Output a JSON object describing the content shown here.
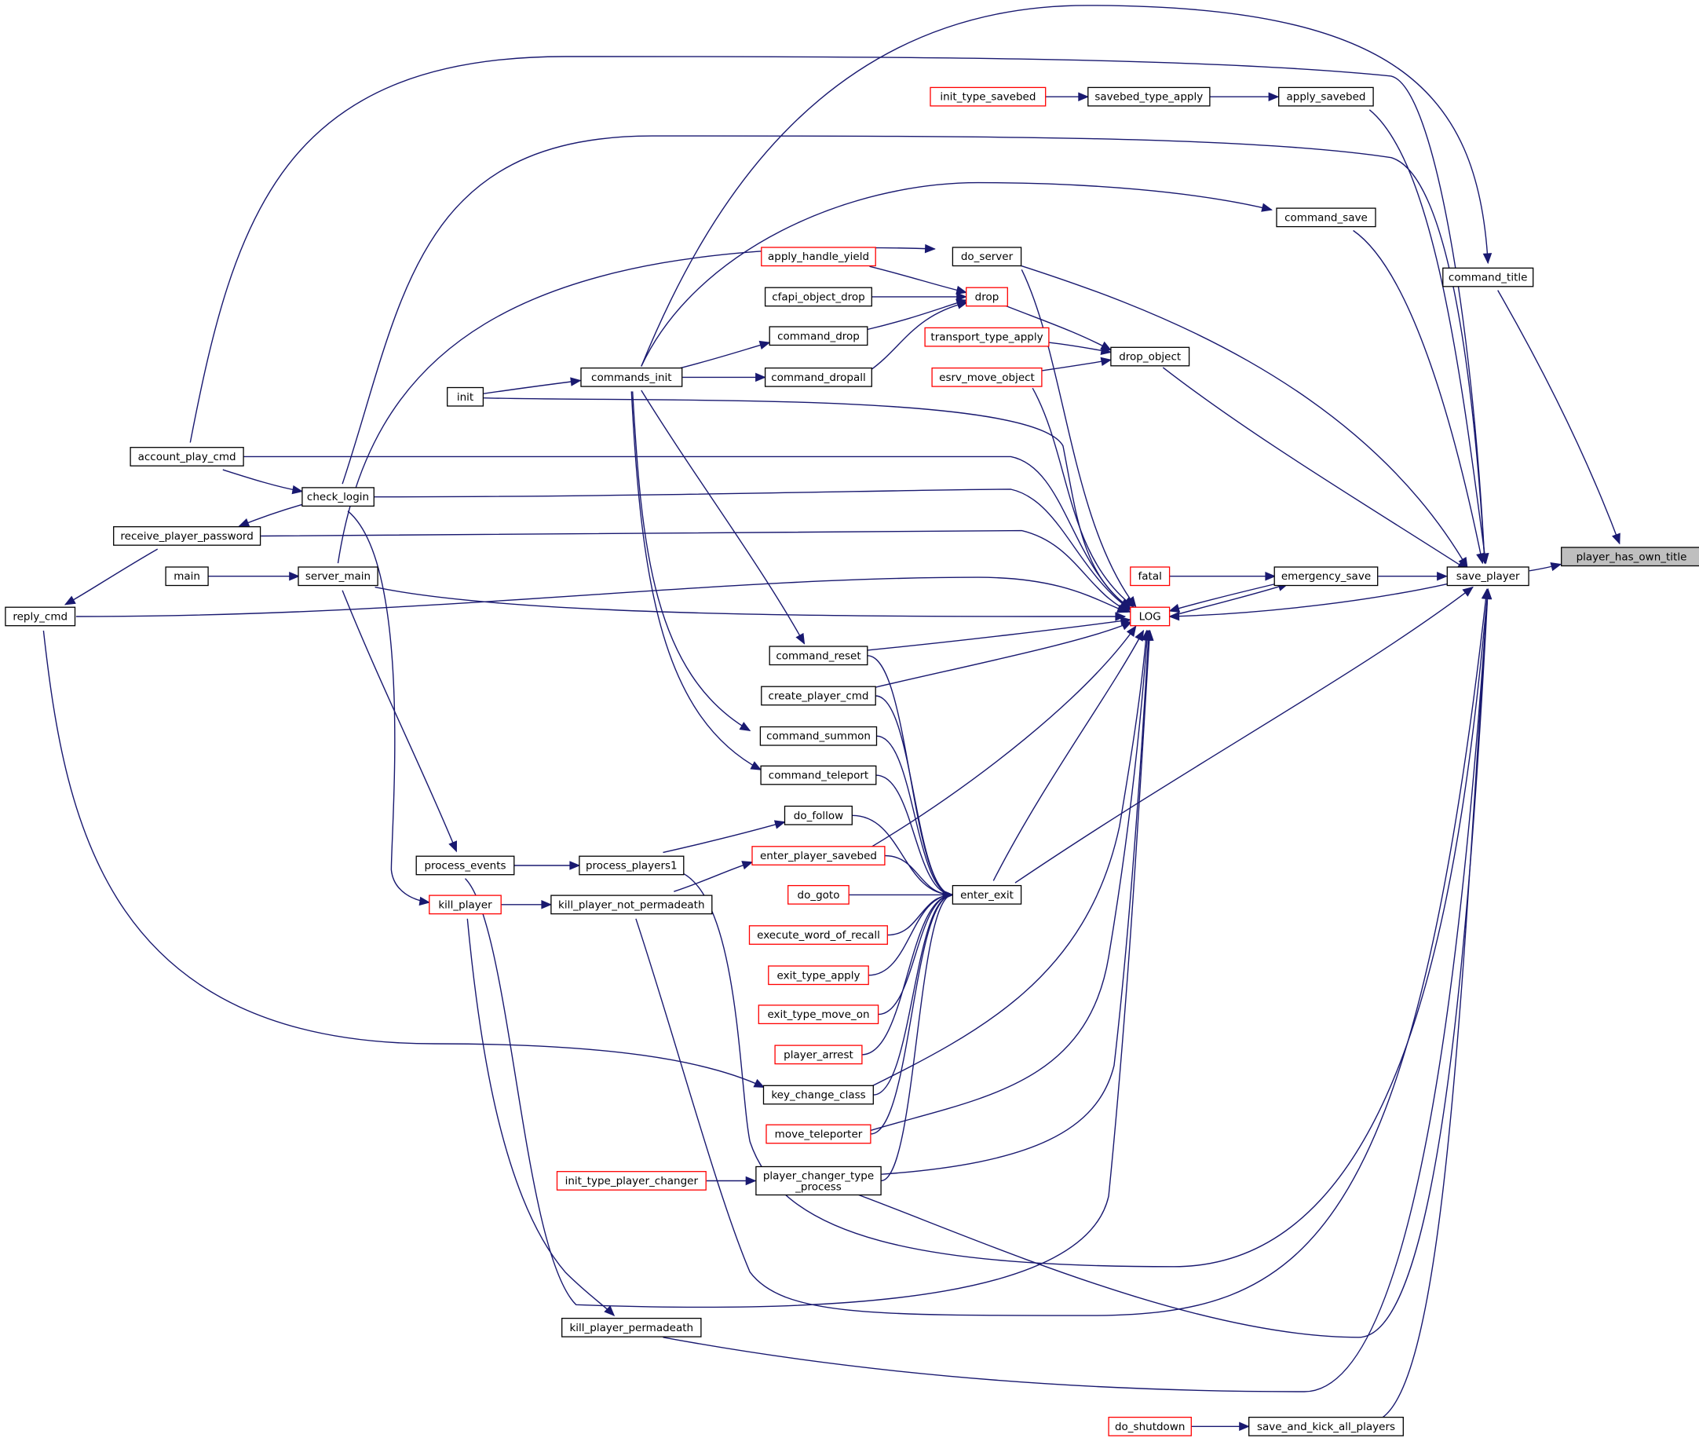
{
  "colors": {
    "edge": "#191970",
    "node_border_normal": "#000000",
    "node_border_red": "#ff0000",
    "node_focus_fill": "#bfbfbf",
    "node_fill": "#ffffff"
  },
  "nodes": [
    {
      "id": "player_has_own_title",
      "label": "player_has_own_title",
      "style": "focus"
    },
    {
      "id": "save_player",
      "label": "save_player",
      "style": "normal"
    },
    {
      "id": "command_title",
      "label": "command_title",
      "style": "normal"
    },
    {
      "id": "apply_savebed",
      "label": "apply_savebed",
      "style": "normal"
    },
    {
      "id": "savebed_type_apply",
      "label": "savebed_type_apply",
      "style": "normal"
    },
    {
      "id": "init_type_savebed",
      "label": "init_type_savebed",
      "style": "red"
    },
    {
      "id": "command_save",
      "label": "command_save",
      "style": "normal"
    },
    {
      "id": "do_server",
      "label": "do_server",
      "style": "normal"
    },
    {
      "id": "apply_handle_yield",
      "label": "apply_handle_yield",
      "style": "red"
    },
    {
      "id": "drop",
      "label": "drop",
      "style": "red"
    },
    {
      "id": "cfapi_object_drop",
      "label": "cfapi_object_drop",
      "style": "normal"
    },
    {
      "id": "command_drop",
      "label": "command_drop",
      "style": "normal"
    },
    {
      "id": "transport_type_apply",
      "label": "transport_type_apply",
      "style": "red"
    },
    {
      "id": "drop_object",
      "label": "drop_object",
      "style": "normal"
    },
    {
      "id": "esrv_move_object",
      "label": "esrv_move_object",
      "style": "red"
    },
    {
      "id": "commands_init",
      "label": "commands_init",
      "style": "normal"
    },
    {
      "id": "command_dropall",
      "label": "command_dropall",
      "style": "normal"
    },
    {
      "id": "init",
      "label": "init",
      "style": "normal"
    },
    {
      "id": "account_play_cmd",
      "label": "account_play_cmd",
      "style": "normal"
    },
    {
      "id": "check_login",
      "label": "check_login",
      "style": "normal"
    },
    {
      "id": "receive_player_password",
      "label": "receive_player_password",
      "style": "normal"
    },
    {
      "id": "main",
      "label": "main",
      "style": "normal"
    },
    {
      "id": "server_main",
      "label": "server_main",
      "style": "normal"
    },
    {
      "id": "reply_cmd",
      "label": "reply_cmd",
      "style": "normal"
    },
    {
      "id": "fatal",
      "label": "fatal",
      "style": "red"
    },
    {
      "id": "emergency_save",
      "label": "emergency_save",
      "style": "normal"
    },
    {
      "id": "LOG",
      "label": "LOG",
      "style": "red"
    },
    {
      "id": "command_reset",
      "label": "command_reset",
      "style": "normal"
    },
    {
      "id": "create_player_cmd",
      "label": "create_player_cmd",
      "style": "normal"
    },
    {
      "id": "command_summon",
      "label": "command_summon",
      "style": "normal"
    },
    {
      "id": "command_teleport",
      "label": "command_teleport",
      "style": "normal"
    },
    {
      "id": "do_follow",
      "label": "do_follow",
      "style": "normal"
    },
    {
      "id": "enter_player_savebed",
      "label": "enter_player_savebed",
      "style": "red"
    },
    {
      "id": "process_events",
      "label": "process_events",
      "style": "normal"
    },
    {
      "id": "process_players1",
      "label": "process_players1",
      "style": "normal"
    },
    {
      "id": "enter_exit",
      "label": "enter_exit",
      "style": "normal"
    },
    {
      "id": "do_goto",
      "label": "do_goto",
      "style": "red"
    },
    {
      "id": "kill_player",
      "label": "kill_player",
      "style": "red"
    },
    {
      "id": "kill_player_not_permadeath",
      "label": "kill_player_not_permadeath",
      "style": "normal"
    },
    {
      "id": "execute_word_of_recall",
      "label": "execute_word_of_recall",
      "style": "red"
    },
    {
      "id": "exit_type_apply",
      "label": "exit_type_apply",
      "style": "red"
    },
    {
      "id": "exit_type_move_on",
      "label": "exit_type_move_on",
      "style": "red"
    },
    {
      "id": "player_arrest",
      "label": "player_arrest",
      "style": "red"
    },
    {
      "id": "key_change_class",
      "label": "key_change_class",
      "style": "normal"
    },
    {
      "id": "move_teleporter",
      "label": "move_teleporter",
      "style": "red"
    },
    {
      "id": "init_type_player_changer",
      "label": "init_type_player_changer",
      "style": "red"
    },
    {
      "id": "player_changer_type_process",
      "label": "player_changer_type\n_process",
      "style": "normal"
    },
    {
      "id": "kill_player_permadeath",
      "label": "kill_player_permadeath",
      "style": "normal"
    },
    {
      "id": "do_shutdown",
      "label": "do_shutdown",
      "style": "red"
    },
    {
      "id": "save_and_kick_all_players",
      "label": "save_and_kick_all_players",
      "style": "normal"
    }
  ],
  "edges": [
    {
      "from": "save_player",
      "to": "player_has_own_title"
    },
    {
      "from": "command_title",
      "to": "player_has_own_title"
    },
    {
      "from": "apply_savebed",
      "to": "save_player"
    },
    {
      "from": "savebed_type_apply",
      "to": "apply_savebed"
    },
    {
      "from": "init_type_savebed",
      "to": "savebed_type_apply"
    },
    {
      "from": "command_save",
      "to": "save_player"
    },
    {
      "from": "commands_init",
      "to": "command_save"
    },
    {
      "from": "commands_init",
      "to": "command_title"
    },
    {
      "from": "do_server",
      "to": "save_player"
    },
    {
      "from": "server_main",
      "to": "do_server"
    },
    {
      "from": "drop",
      "to": "drop_object"
    },
    {
      "from": "apply_handle_yield",
      "to": "drop"
    },
    {
      "from": "cfapi_object_drop",
      "to": "drop"
    },
    {
      "from": "command_drop",
      "to": "drop"
    },
    {
      "from": "command_dropall",
      "to": "drop"
    },
    {
      "from": "transport_type_apply",
      "to": "drop_object"
    },
    {
      "from": "esrv_move_object",
      "to": "drop_object"
    },
    {
      "from": "drop_object",
      "to": "save_player"
    },
    {
      "from": "commands_init",
      "to": "command_drop"
    },
    {
      "from": "commands_init",
      "to": "command_dropall"
    },
    {
      "from": "init",
      "to": "commands_init"
    },
    {
      "from": "account_play_cmd",
      "to": "check_login"
    },
    {
      "from": "account_play_cmd",
      "to": "save_player"
    },
    {
      "from": "check_login",
      "to": "receive_player_password"
    },
    {
      "from": "check_login",
      "to": "save_player"
    },
    {
      "from": "receive_player_password",
      "to": "reply_cmd"
    },
    {
      "from": "main",
      "to": "server_main"
    },
    {
      "from": "fatal",
      "to": "emergency_save"
    },
    {
      "from": "emergency_save",
      "to": "save_player"
    },
    {
      "from": "emergency_save",
      "to": "LOG"
    },
    {
      "from": "save_player",
      "to": "LOG"
    },
    {
      "from": "LOG",
      "to": "emergency_save"
    },
    {
      "from": "init",
      "to": "LOG"
    },
    {
      "from": "account_play_cmd",
      "to": "LOG"
    },
    {
      "from": "check_login",
      "to": "LOG"
    },
    {
      "from": "receive_player_password",
      "to": "LOG"
    },
    {
      "from": "reply_cmd",
      "to": "LOG"
    },
    {
      "from": "server_main",
      "to": "LOG"
    },
    {
      "from": "do_server",
      "to": "LOG"
    },
    {
      "from": "esrv_move_object",
      "to": "LOG"
    },
    {
      "from": "command_reset",
      "to": "LOG"
    },
    {
      "from": "create_player_cmd",
      "to": "LOG"
    },
    {
      "from": "enter_player_savebed",
      "to": "LOG"
    },
    {
      "from": "enter_exit",
      "to": "LOG"
    },
    {
      "from": "key_change_class",
      "to": "LOG"
    },
    {
      "from": "move_teleporter",
      "to": "LOG"
    },
    {
      "from": "player_changer_type_process",
      "to": "LOG"
    },
    {
      "from": "process_events",
      "to": "LOG"
    },
    {
      "from": "commands_init",
      "to": "command_reset"
    },
    {
      "from": "commands_init",
      "to": "command_summon"
    },
    {
      "from": "commands_init",
      "to": "command_teleport"
    },
    {
      "from": "command_reset",
      "to": "enter_exit"
    },
    {
      "from": "create_player_cmd",
      "to": "enter_exit"
    },
    {
      "from": "command_summon",
      "to": "enter_exit"
    },
    {
      "from": "command_teleport",
      "to": "enter_exit"
    },
    {
      "from": "do_follow",
      "to": "enter_exit"
    },
    {
      "from": "enter_player_savebed",
      "to": "enter_exit"
    },
    {
      "from": "do_goto",
      "to": "enter_exit"
    },
    {
      "from": "execute_word_of_recall",
      "to": "enter_exit"
    },
    {
      "from": "exit_type_apply",
      "to": "enter_exit"
    },
    {
      "from": "exit_type_move_on",
      "to": "enter_exit"
    },
    {
      "from": "player_arrest",
      "to": "enter_exit"
    },
    {
      "from": "key_change_class",
      "to": "enter_exit"
    },
    {
      "from": "move_teleporter",
      "to": "enter_exit"
    },
    {
      "from": "player_changer_type_process",
      "to": "enter_exit"
    },
    {
      "from": "enter_exit",
      "to": "save_player"
    },
    {
      "from": "process_players1",
      "to": "do_follow"
    },
    {
      "from": "process_events",
      "to": "process_players1"
    },
    {
      "from": "server_main",
      "to": "process_events"
    },
    {
      "from": "kill_player_not_permadeath",
      "to": "enter_player_savebed"
    },
    {
      "from": "kill_player",
      "to": "kill_player_not_permadeath"
    },
    {
      "from": "check_login",
      "to": "kill_player"
    },
    {
      "from": "reply_cmd",
      "to": "key_change_class"
    },
    {
      "from": "init_type_player_changer",
      "to": "player_changer_type_process"
    },
    {
      "from": "player_changer_type_process",
      "to": "save_player"
    },
    {
      "from": "process_players1",
      "to": "save_player"
    },
    {
      "from": "kill_player_not_permadeath",
      "to": "save_player"
    },
    {
      "from": "kill_player",
      "to": "kill_player_permadeath"
    },
    {
      "from": "kill_player_permadeath",
      "to": "save_player"
    },
    {
      "from": "do_shutdown",
      "to": "save_and_kick_all_players"
    },
    {
      "from": "save_and_kick_all_players",
      "to": "save_player"
    }
  ]
}
